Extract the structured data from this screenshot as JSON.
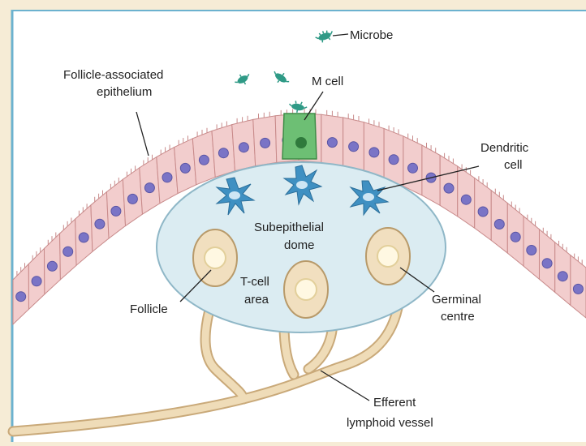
{
  "labels": {
    "microbe": "Microbe",
    "fae_line1": "Follicle-associated",
    "fae_line2": "epithelium",
    "m_cell": "M cell",
    "dendritic_line1": "Dendritic",
    "dendritic_line2": "cell",
    "dome_line1": "Subepithelial",
    "dome_line2": "dome",
    "tcell_line1": "T-cell",
    "tcell_line2": "area",
    "follicle": "Follicle",
    "germinal_line1": "Germinal",
    "germinal_line2": "centre",
    "efferent_line1": "Efferent",
    "efferent_line2": "lymphoid vessel"
  },
  "colors": {
    "background": "#f6ecd6",
    "panel": "#ffffff",
    "frame": "#6cb2cf",
    "epithelium_fill": "#f2cdcd",
    "epithelium_stroke": "#c88a8a",
    "nucleus": "#7a74c6",
    "m_cell": "#6dbf74",
    "dome_fill": "#dbecf2",
    "dome_stroke": "#8fb7c7",
    "dendritic": "#3f90c2",
    "follicle_fill": "#f1dfbf",
    "germinal_center": "#fff8e2",
    "vessel": "#efdcb8",
    "vessel_stroke": "#c9a979",
    "microbe": "#2f9a86"
  }
}
